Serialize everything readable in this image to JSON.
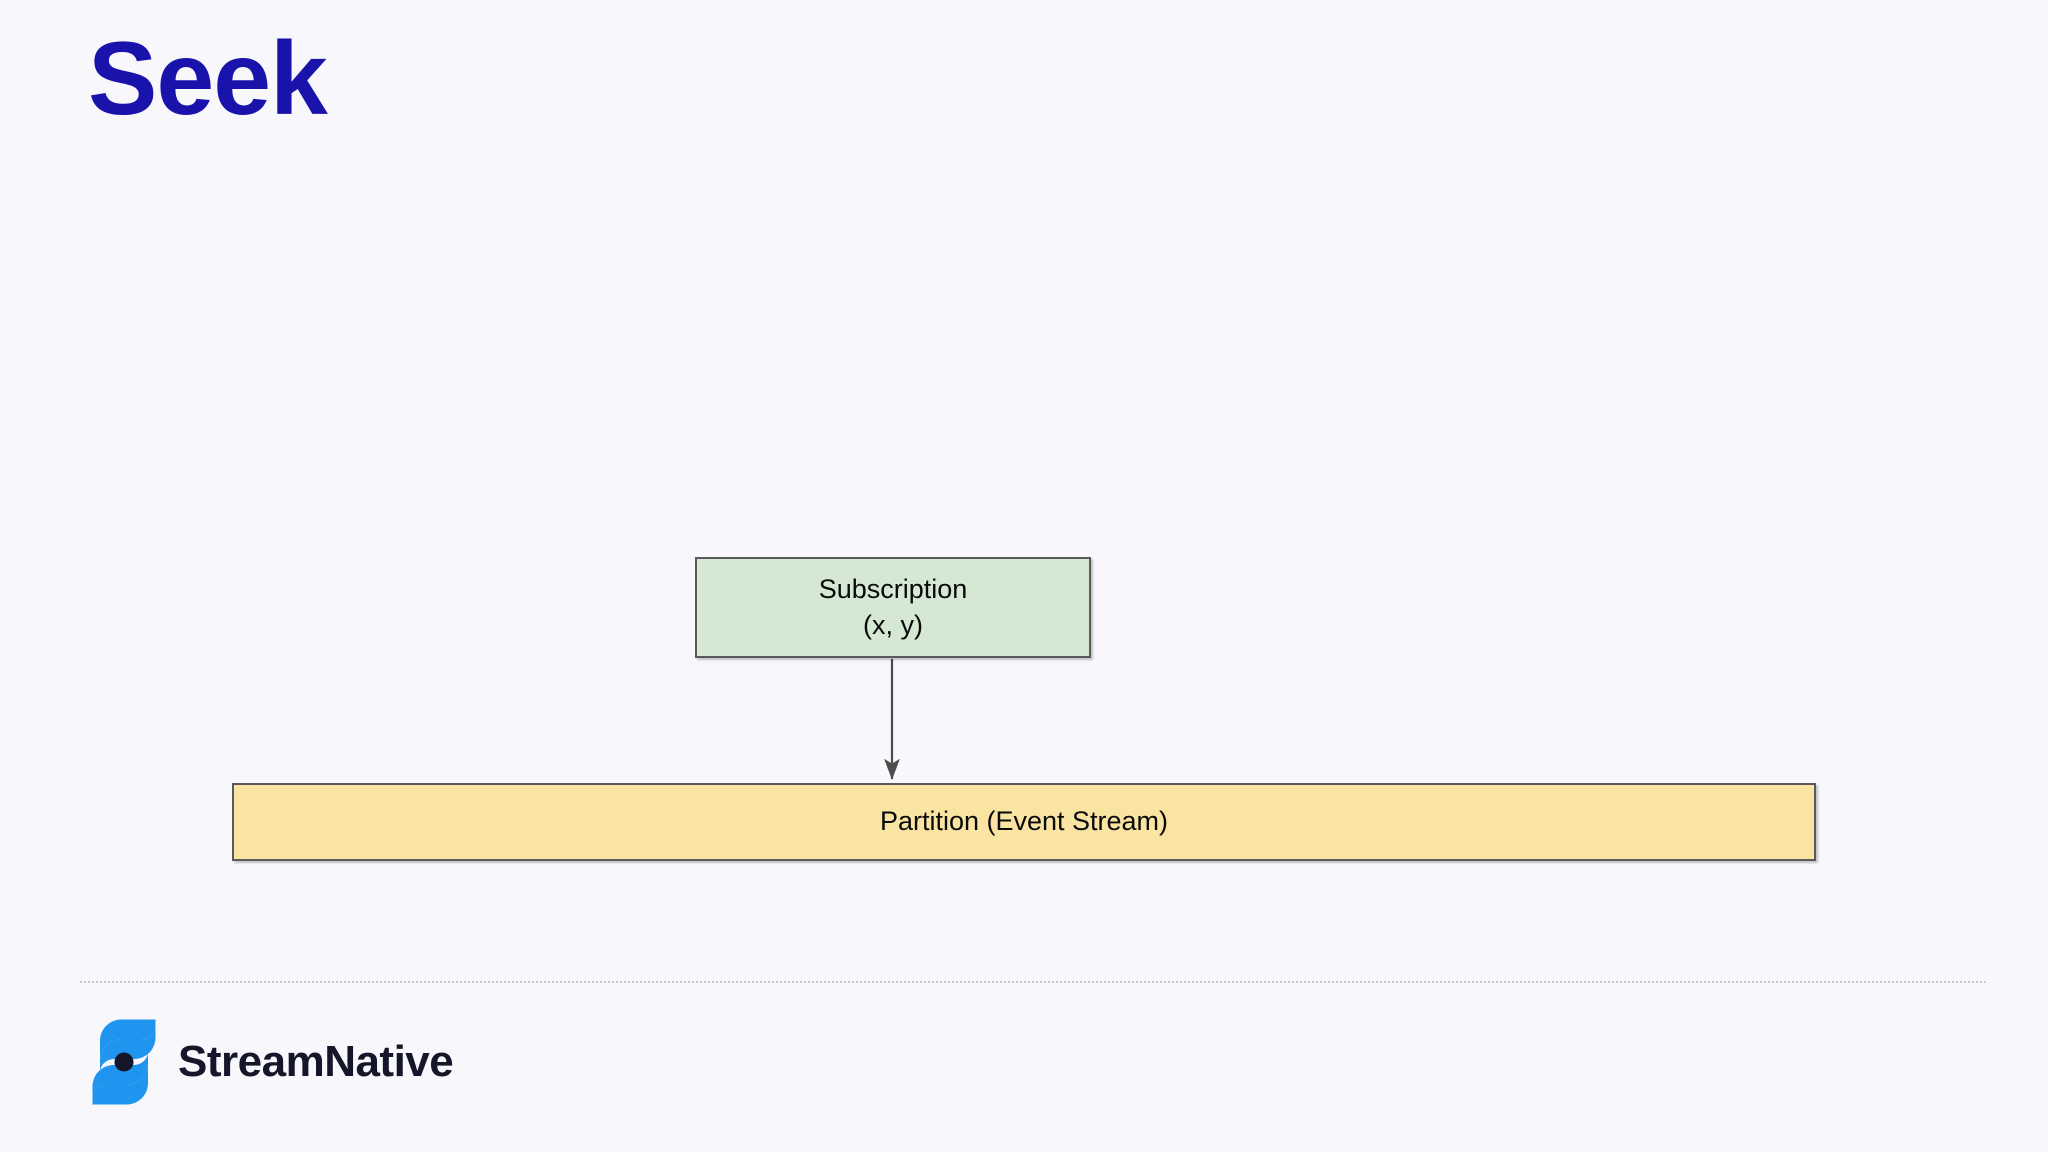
{
  "slide": {
    "title": "Seek",
    "background_color": "#f7f7fc",
    "title_color": "#1a13ab"
  },
  "diagram": {
    "type": "flowchart",
    "nodes": [
      {
        "id": "subscription",
        "line1": "Subscription",
        "line2": "(x, y)",
        "fill_color": "#d5e8d4",
        "border_color": "#5a5a5a"
      },
      {
        "id": "partition",
        "label": "Partition (Event Stream)",
        "fill_color": "#fae4a2",
        "border_color": "#5a5a5a"
      }
    ],
    "edges": [
      {
        "id": "subscription-to-partition",
        "from": "subscription",
        "to": "partition",
        "label": "",
        "arrow": "filled-triangle",
        "color": "#4d4d4d"
      }
    ]
  },
  "footer": {
    "brand_name": "StreamNative",
    "brand_mark_color": "#1f95f0",
    "brand_dot_color": "#16162b",
    "brand_text_color": "#16162b",
    "rule_color": "#c9c9da"
  }
}
